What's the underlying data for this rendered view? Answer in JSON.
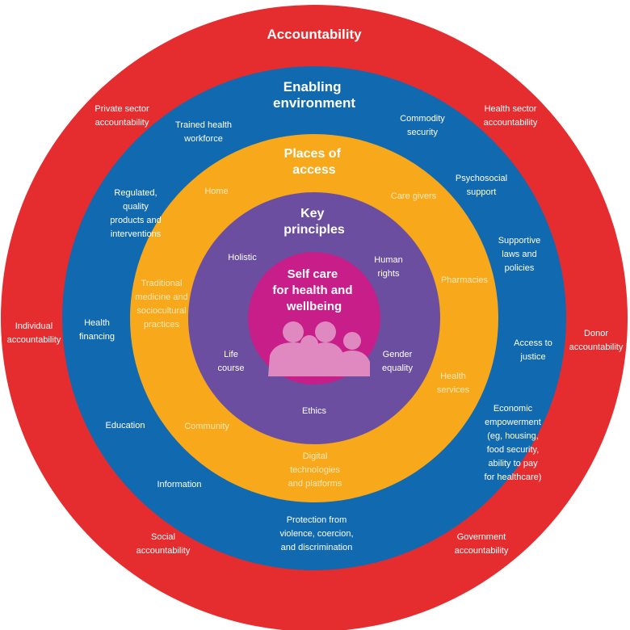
{
  "colors": {
    "accountability": "#e52d2f",
    "enabling": "#1169b0",
    "places": "#f7a81b",
    "principles": "#6b4ea0",
    "center": "#c81e8a",
    "figures": "#e089c0",
    "text": "#ffffff",
    "text_on_yellow": "#fde9b8"
  },
  "rings": {
    "accountability": {
      "title": "Accountability",
      "labels": {
        "private_sector": [
          "Private sector",
          "accountability"
        ],
        "health_sector": [
          "Health sector",
          "accountability"
        ],
        "individual": [
          "Individual",
          "accountability"
        ],
        "donor": [
          "Donor",
          "accountability"
        ],
        "social": [
          "Social",
          "accountability"
        ],
        "government": [
          "Government",
          "accountability"
        ]
      }
    },
    "enabling": {
      "title": [
        "Enabling",
        "environment"
      ],
      "labels": {
        "trained_workforce": [
          "Trained health",
          "workforce"
        ],
        "commodity_security": [
          "Commodity",
          "security"
        ],
        "regulated_products": [
          "Regulated,",
          "quality",
          "products and",
          "interventions"
        ],
        "psychosocial_support": [
          "Psychosocial",
          "support"
        ],
        "supportive_laws": [
          "Supportive",
          "laws and",
          "policies"
        ],
        "health_financing": [
          "Health",
          "financing"
        ],
        "access_to_justice": [
          "Access to",
          "justice"
        ],
        "education": [
          "Education"
        ],
        "economic_empowerment": [
          "Economic",
          "empowerment",
          "(eg, housing,",
          "food security,",
          "ability to pay",
          "for healthcare)"
        ],
        "information": [
          "Information"
        ],
        "protection": [
          "Protection from",
          "violence, coercion,",
          "and discrimination"
        ]
      }
    },
    "places": {
      "title": [
        "Places of",
        "access"
      ],
      "labels": {
        "home": [
          "Home"
        ],
        "care_givers": [
          "Care givers"
        ],
        "traditional_medicine": [
          "Traditional",
          "medicine and",
          "sociocultural",
          "practices"
        ],
        "pharmacies": [
          "Pharmacies"
        ],
        "health_services": [
          "Health",
          "services"
        ],
        "community": [
          "Community"
        ],
        "digital": [
          "Digital",
          "technologies",
          "and platforms"
        ]
      }
    },
    "principles": {
      "title": [
        "Key",
        "principles"
      ],
      "labels": {
        "holistic": [
          "Holistic"
        ],
        "human_rights": [
          "Human",
          "rights"
        ],
        "life_course": [
          "Life",
          "course"
        ],
        "gender_equality": [
          "Gender",
          "equality"
        ],
        "ethics": [
          "Ethics"
        ]
      }
    },
    "center": {
      "title": [
        "Self care",
        "for health and",
        "wellbeing"
      ],
      "icon": "people-group-icon"
    }
  }
}
